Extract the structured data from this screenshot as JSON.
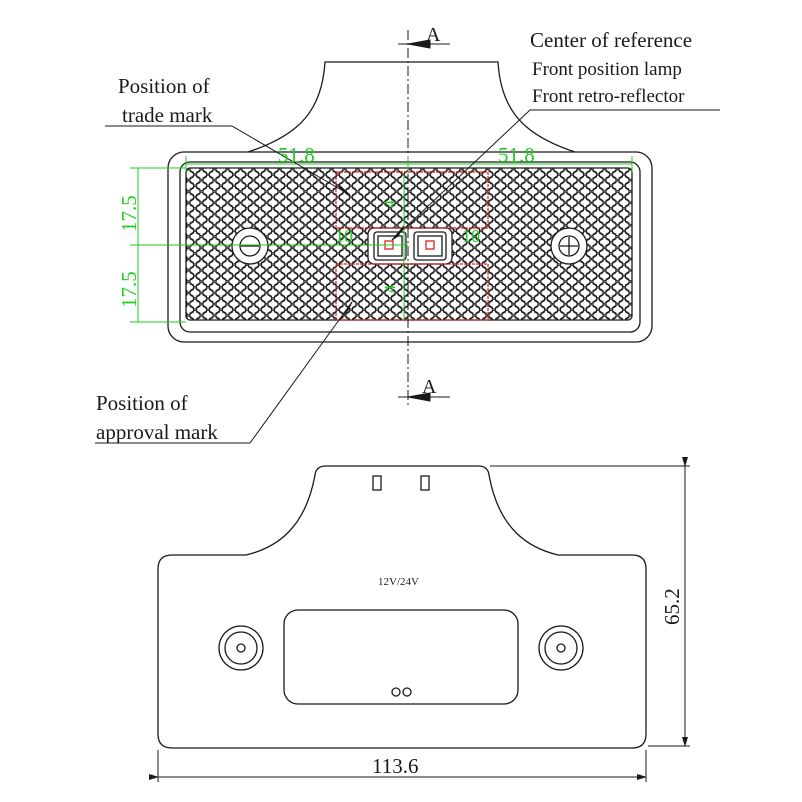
{
  "front_view": {
    "section_label_top": "A",
    "section_label_bottom": "A",
    "callouts": {
      "center_reference": "Center of reference",
      "front_position_lamp": "Front position lamp",
      "front_retro_reflector": "Front retro-reflector",
      "trade_mark_line1": "Position of",
      "trade_mark_line2": "trade mark",
      "approval_mark_line1": "Position of",
      "approval_mark_line2": "approval mark"
    },
    "dimensions": {
      "left_width": "51.8",
      "right_width": "51.8",
      "upper_height": "17.5",
      "lower_height": "17.5",
      "left_center_offset": "10",
      "right_center_offset": "10",
      "upper_gap": "4",
      "lower_gap": "4"
    }
  },
  "back_view": {
    "voltage_label": "12V/24V",
    "height_dimension": "65.2",
    "width_dimension": "113.6"
  },
  "colors": {
    "line": "#1a1a1a",
    "dimension_green": "#22cc22",
    "mark_zone_red": "#dd2222"
  }
}
